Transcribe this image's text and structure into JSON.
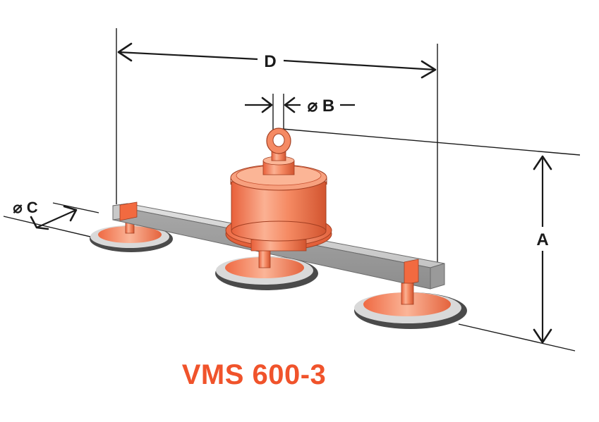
{
  "dimensions": {
    "d_label": "D",
    "b_label": "⌀ B",
    "c_label": "⌀ C",
    "a_label": "A"
  },
  "product": {
    "model": "VMS 600-3"
  },
  "colors": {
    "accent": "#f0532b",
    "orange_fill": "#f4835e",
    "orange_dark": "#c8502f",
    "steel": "#b8b8b8",
    "rubber": "#4a4a4a"
  }
}
